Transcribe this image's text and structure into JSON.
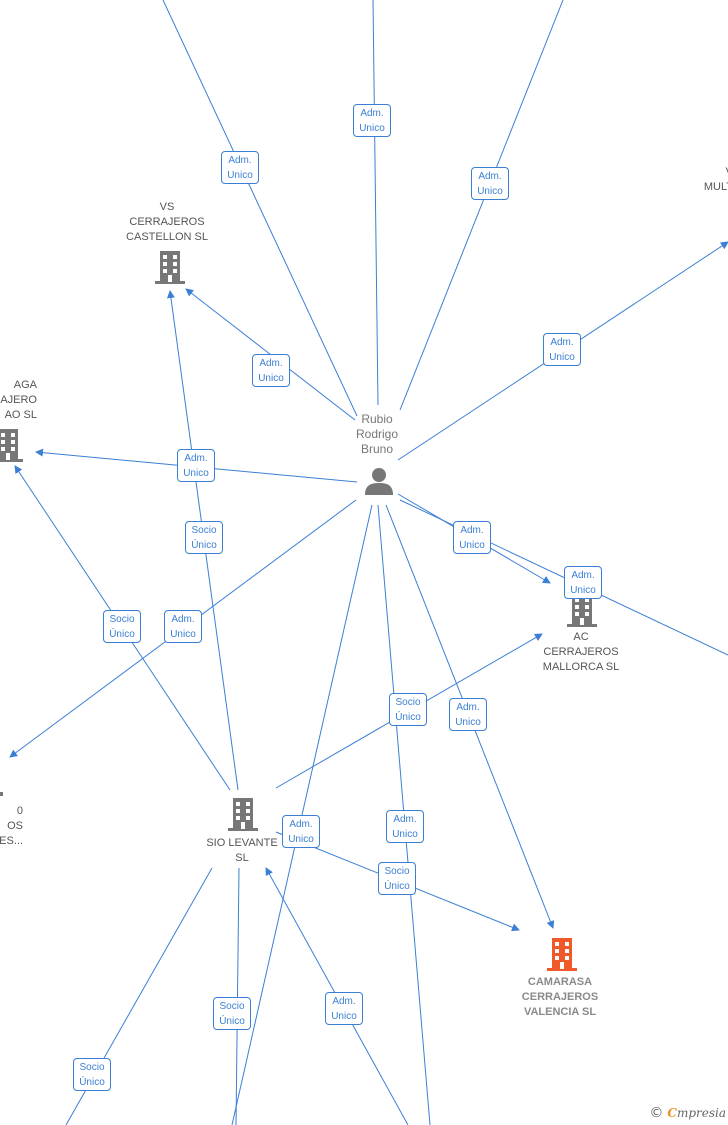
{
  "colors": {
    "edge": "#3b7fd4",
    "company_icon": "#777777",
    "focus_icon": "#f0592a",
    "person_icon": "#777777"
  },
  "person": {
    "name_lines": [
      "Rubio",
      "Rodrigo",
      "Bruno"
    ],
    "icon": "person-icon"
  },
  "companies": {
    "vs_castellon": [
      "VS",
      "CERRAJEROS",
      "CASTELLON  SL"
    ],
    "malaga": [
      "AGA",
      "AJERO",
      "AO  SL"
    ],
    "ac_mallorca": [
      "AC",
      "CERRAJEROS",
      "MALLORCA  SL"
    ],
    "sio_levante": [
      "SIO LEVANTE",
      "SL"
    ],
    "camarasa": [
      "CAMARASA",
      "CERRAJEROS",
      "VALENCIA  SL"
    ],
    "left_partial": [
      "0",
      "OS",
      "ES..."
    ],
    "right_partial": [
      "V",
      "MULT"
    ]
  },
  "edge_labels": {
    "adm_unico": [
      "Adm.",
      "Unico"
    ],
    "socio_unico": [
      "Socio",
      "Único"
    ]
  },
  "watermark": {
    "symbol": "©",
    "brand_first": "C",
    "brand_rest": "mpresia"
  }
}
